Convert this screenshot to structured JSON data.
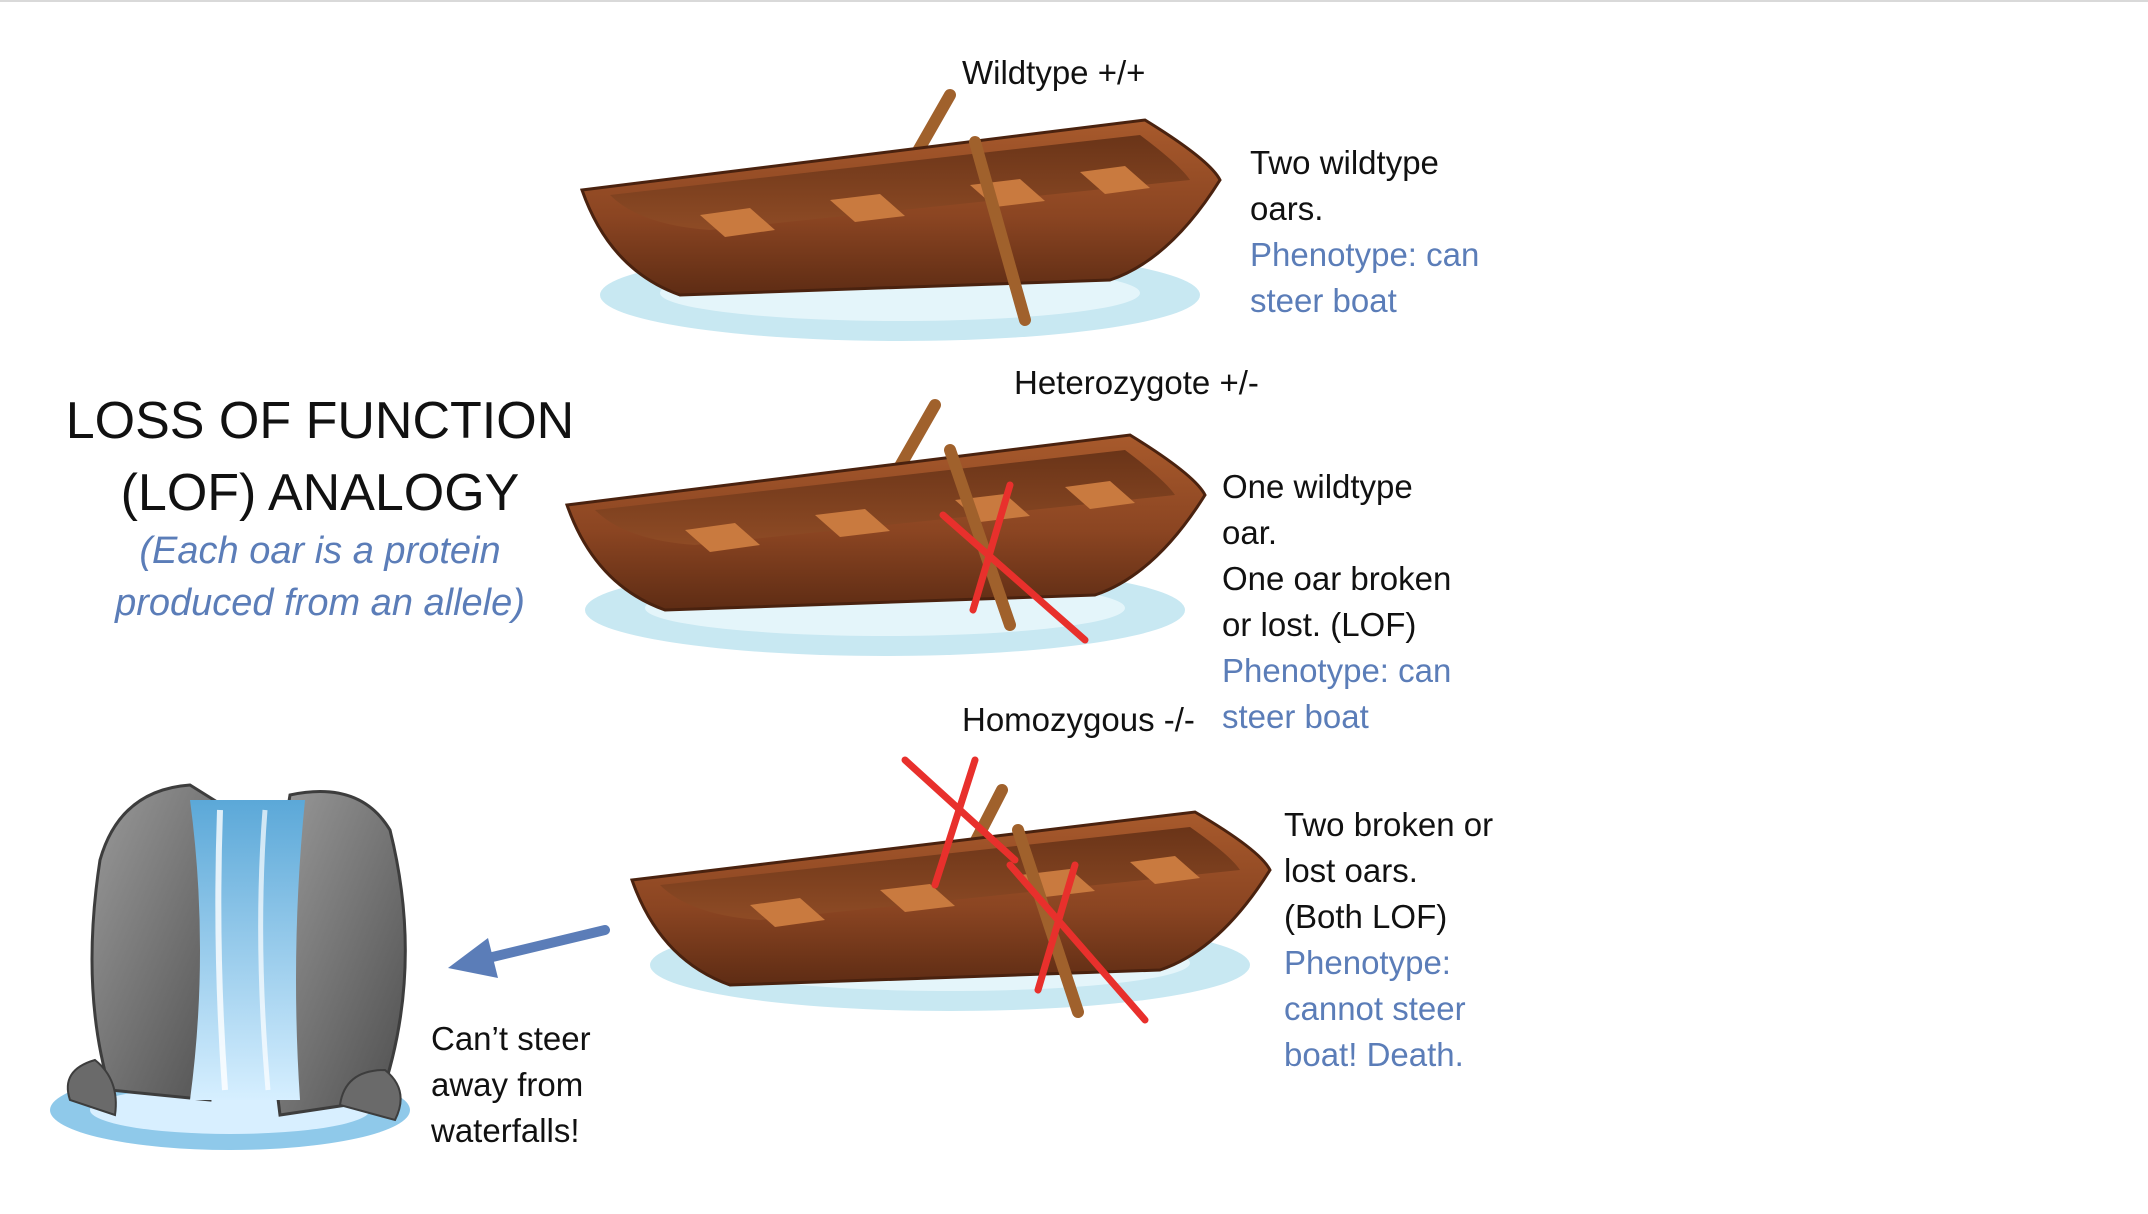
{
  "title": {
    "line1": "LOSS OF FUNCTION",
    "line2": "(LOF) ANALOGY"
  },
  "subtitle": {
    "line1": "(Each oar is a protein",
    "line2": "produced from an allele)"
  },
  "colors": {
    "text": "#111111",
    "phenotype_blue": "#5b7db8",
    "cross_red": "#e8302c",
    "arrow_blue": "#5b7db8",
    "boat_brown": "#8b4a25",
    "water": "#bfe3ef"
  },
  "boats": [
    {
      "label": "Wildtype +/+",
      "desc_lines": [
        "Two wildtype",
        "oars."
      ],
      "phenotype_lines": [
        "Phenotype: can",
        "steer boat"
      ]
    },
    {
      "label": "Heterozygote +/-",
      "desc_lines": [
        "One wildtype",
        "oar.",
        "One oar broken",
        "or lost. (LOF)"
      ],
      "phenotype_lines": [
        "Phenotype: can",
        "steer boat"
      ]
    },
    {
      "label": "Homozygous -/-",
      "desc_lines": [
        "Two broken or",
        "lost oars.",
        "(Both LOF)"
      ],
      "phenotype_lines": [
        "Phenotype:",
        "cannot steer",
        "boat! Death."
      ]
    }
  ],
  "waterfall": {
    "caption_lines": [
      "Can’t steer",
      "away from",
      "waterfalls!"
    ]
  }
}
